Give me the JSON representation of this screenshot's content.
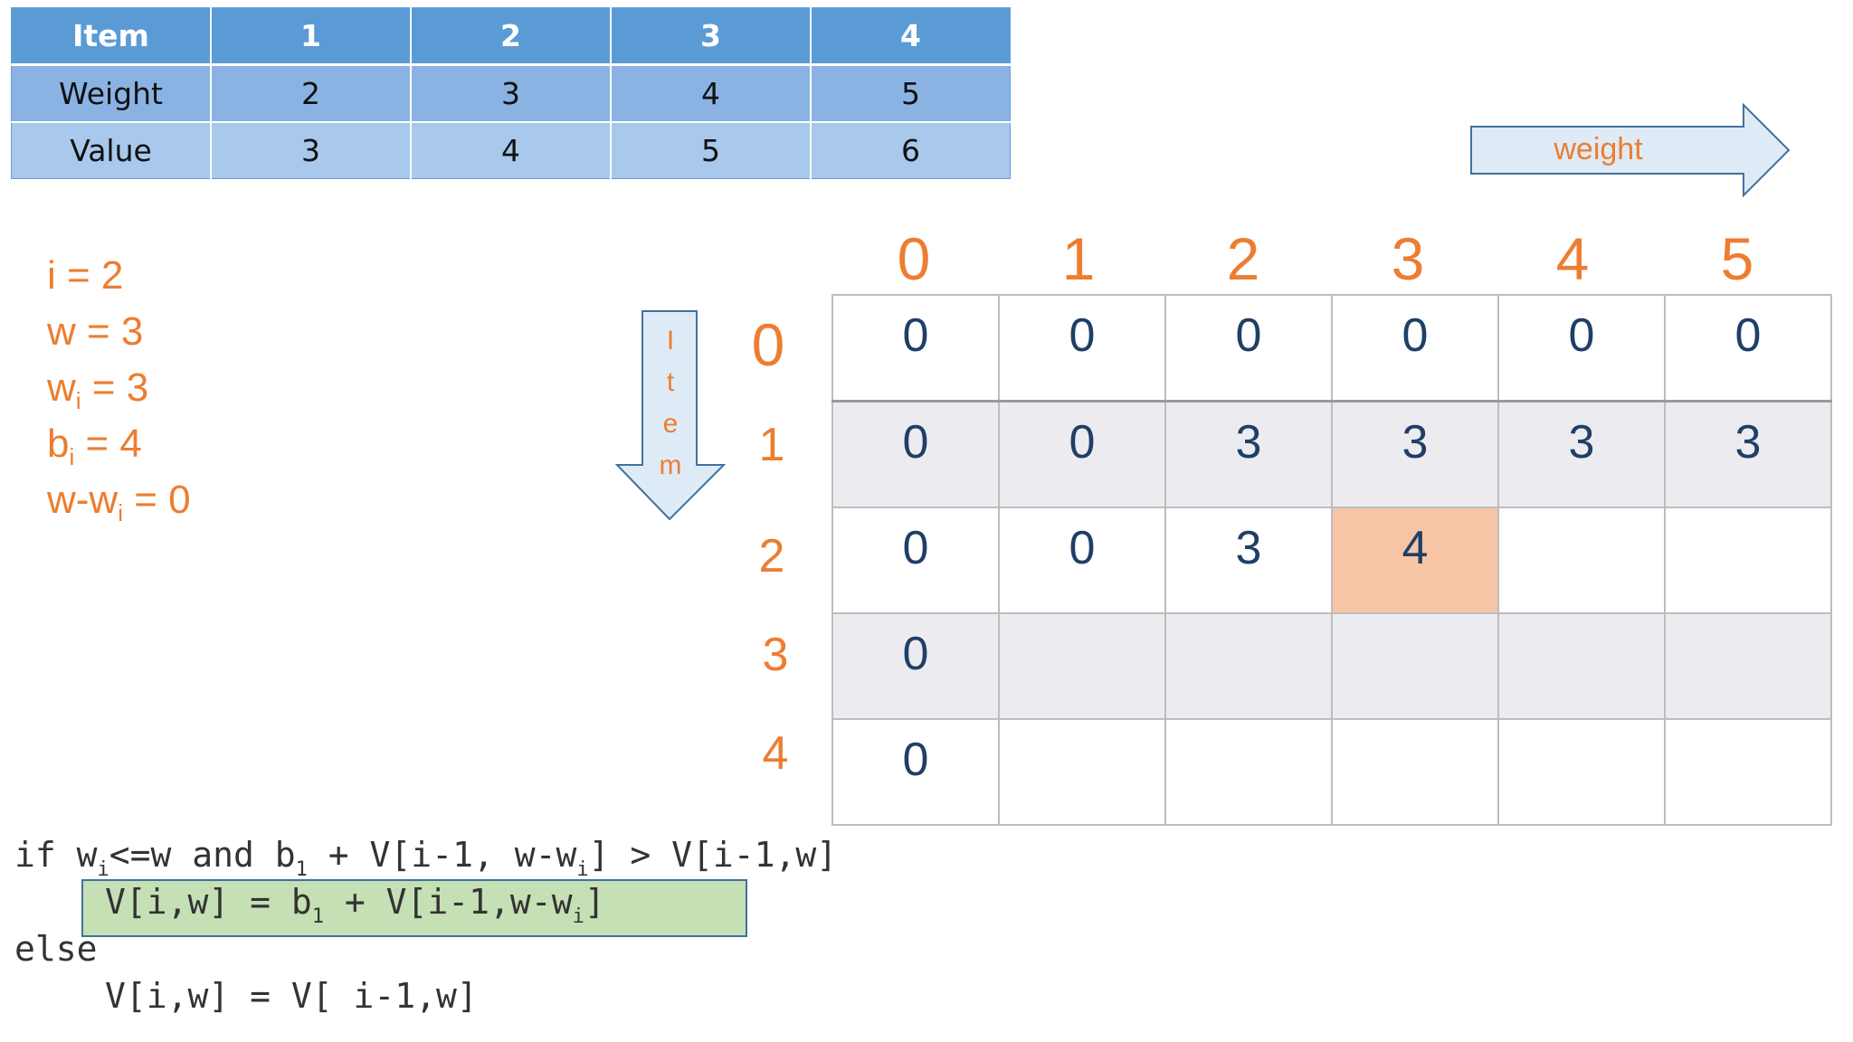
{
  "items_table": {
    "header": [
      "Item",
      "1",
      "2",
      "3",
      "4"
    ],
    "rows": [
      [
        "Weight",
        "2",
        "3",
        "4",
        "5"
      ],
      [
        "Value",
        "3",
        "4",
        "5",
        "6"
      ]
    ]
  },
  "weight_arrow": {
    "label": "weight"
  },
  "item_arrow": {
    "letters": [
      "I",
      "t",
      "e",
      "m"
    ]
  },
  "variables": {
    "i": {
      "lhs": "i",
      "rhs": "= 2"
    },
    "w": {
      "lhs": "w",
      "rhs": "= 3"
    },
    "wi": {
      "lhs": "w",
      "sub": "i",
      "rhs": "= 3"
    },
    "bi": {
      "lhs": "b",
      "sub": "i",
      "rhs": "= 4"
    },
    "w_minus_wi": {
      "lhs": "w-w",
      "sub": "i",
      "rhs": "= 0"
    }
  },
  "dp_grid": {
    "col_headers": [
      "0",
      "1",
      "2",
      "3",
      "4",
      "5"
    ],
    "row_headers": [
      "0",
      "1",
      "2",
      "3",
      "4"
    ],
    "cells": [
      [
        "0",
        "0",
        "0",
        "0",
        "0",
        "0"
      ],
      [
        "0",
        "0",
        "3",
        "3",
        "3",
        "3"
      ],
      [
        "0",
        "0",
        "3",
        "4",
        "",
        ""
      ],
      [
        "0",
        "",
        "",
        "",
        "",
        ""
      ],
      [
        "0",
        "",
        "",
        "",
        "",
        ""
      ]
    ],
    "highlight_color": "#f7c5a5"
  },
  "code": {
    "line1": {
      "a": "if w",
      "a_sub": "i",
      "b": "<=w and b",
      "b_sub": "1",
      "c": " + V[i-1, w-w",
      "c_sub": "i",
      "d": "] > V[i-1,w]"
    },
    "line2": {
      "a": "V[i,w] = b",
      "a_sub": "1",
      "b": " + V[i-1,w-w",
      "b_sub": "i",
      "c": "]"
    },
    "line3": "else",
    "line4": "V[i,w] = V[ i-1,w]"
  },
  "colors": {
    "accent": "#ed7d31",
    "table_header": "#5b9bd5",
    "code_box": "#c5e0b4",
    "value_text": "#1f3f66"
  }
}
